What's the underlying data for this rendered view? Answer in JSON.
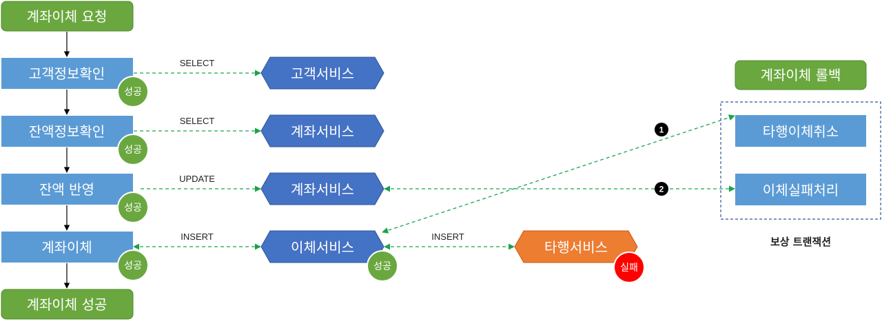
{
  "colors": {
    "green": "#6aa83f",
    "green_border": "#4f8a2b",
    "blue": "#4472c4",
    "blue_border": "#2f5597",
    "step_blue": "#5b9bd5",
    "orange": "#ed7d31",
    "orange_border": "#c55a11",
    "fail_red": "#ff0000",
    "dashed_green": "#1aa34a",
    "group_border": "#2f5597",
    "marker_black": "#000000"
  },
  "flow": {
    "start": "계좌이체 요청",
    "steps": [
      "고객정보확인",
      "잔액정보확인",
      "잔액 반영",
      "계좌이체"
    ],
    "end": "계좌이체 성공"
  },
  "services": {
    "customer": "고객서비스",
    "account_1": "계좌서비스",
    "account_2": "계좌서비스",
    "transfer": "이체서비스",
    "other_bank": "타행서비스"
  },
  "edges": {
    "select_1": "SELECT",
    "select_2": "SELECT",
    "update": "UPDATE",
    "insert_1": "INSERT",
    "insert_2": "INSERT"
  },
  "badges": {
    "success": "성공",
    "fail": "실패"
  },
  "rollback": {
    "title": "계좌이체 롤백",
    "item_1": "타행이체취소",
    "item_2": "이체실패처리",
    "caption": "보상 트랜잭션",
    "marker_1": "1",
    "marker_2": "2"
  }
}
